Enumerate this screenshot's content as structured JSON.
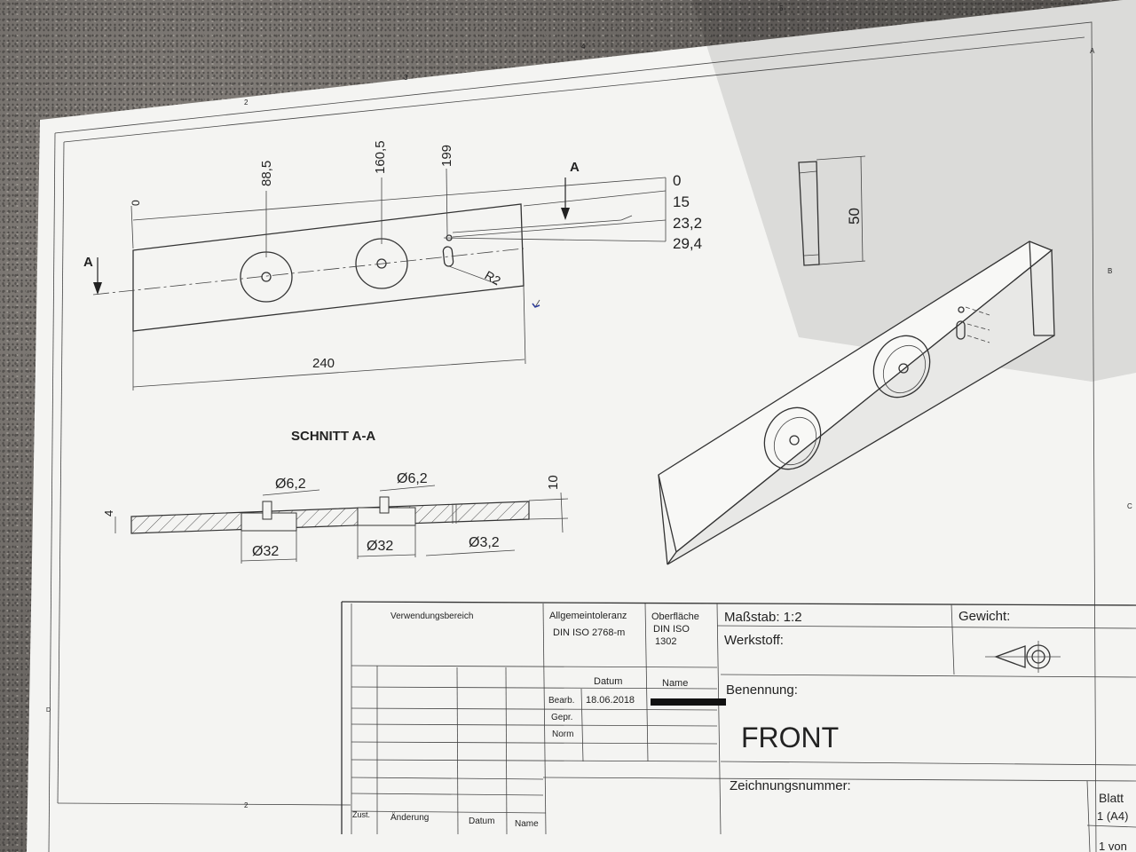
{
  "drawing": {
    "view_labels": {
      "section_marker": "A",
      "section_title": "SCHNITT A-A"
    },
    "dim_top": {
      "d0": "0",
      "d1": "88,5",
      "d2": "160,5",
      "d3": "199"
    },
    "dim_right": {
      "r0": "0",
      "r1": "15",
      "r2": "23,2",
      "r3": "29,4"
    },
    "dim_length": "240",
    "dim_radius": "R2",
    "side_dim": "50",
    "section": {
      "thick": "4",
      "height": "10",
      "hole_small_a": "Ø6,2",
      "hole_small_b": "Ø6,2",
      "bore_a": "Ø32",
      "bore_b": "Ø32",
      "slot": "Ø3,2"
    },
    "frame_numbers": [
      "2",
      "3",
      "4",
      "5"
    ],
    "frame_letters": [
      "A",
      "B",
      "C",
      "D"
    ]
  },
  "title_block": {
    "usage": "Verwendungsbereich",
    "tolerance_label": "Allgemeintoleranz",
    "tolerance_value": "DIN ISO 2768-m",
    "surface_label": "Oberfläche",
    "surface_value": "DIN ISO",
    "surface_num": "1302",
    "scale": "Maßstab: 1:2",
    "weight": "Gewicht:",
    "material": "Werkstoff:",
    "date_header": "Datum",
    "name_header": "Name",
    "row_bearb": "Bearb.",
    "row_bearb_date": "18.06.2018",
    "row_gepr": "Gepr.",
    "row_norm": "Norm",
    "title_label": "Benennung:",
    "title_value": "FRONT",
    "drawing_no_label": "Zeichnungsnummer:",
    "sheet_label": "Blatt",
    "sheet_value": "1 (A4)",
    "sheet_of": "1 von",
    "rev_zust": "Zust.",
    "rev_aend": "Änderung",
    "rev_datum": "Datum",
    "rev_name": "Name"
  }
}
